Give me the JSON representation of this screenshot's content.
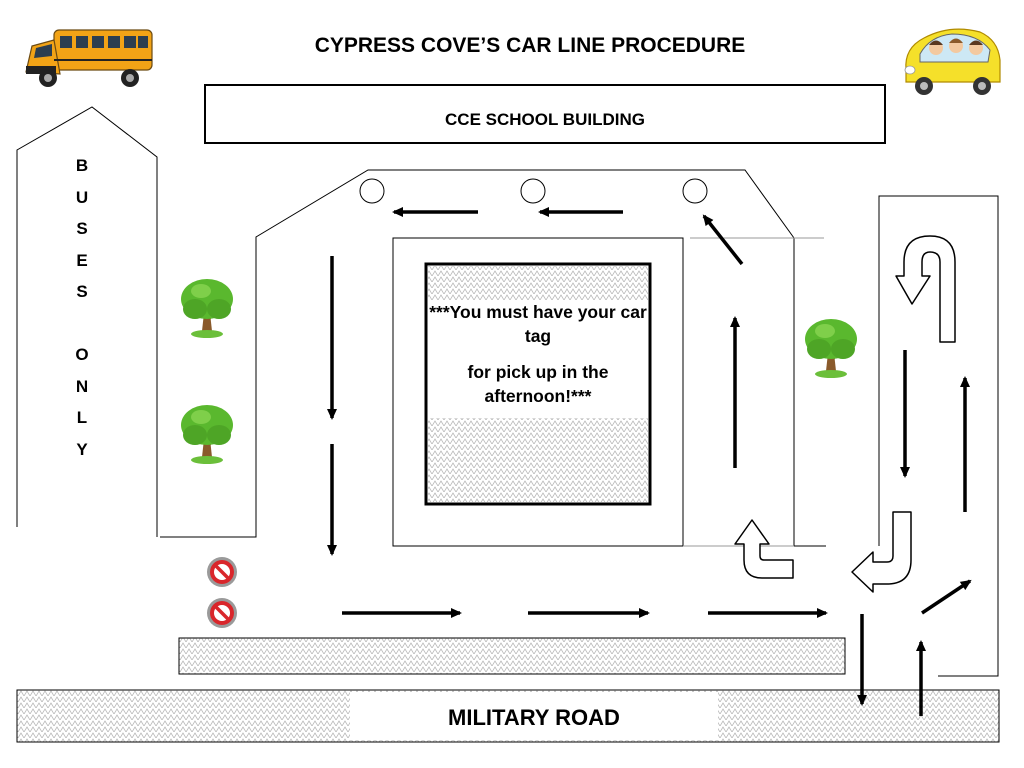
{
  "title": "CYPRESS COVE’S CAR LINE PROCEDURE",
  "building_label": "CCE SCHOOL BUILDING",
  "bus_lane_label": [
    "B",
    "U",
    "S",
    "E",
    "S",
    "",
    "O",
    "N",
    "L",
    "Y"
  ],
  "notice_line_1": "***You must have your car tag",
  "notice_line_2": "for pick up in the afternoon!***",
  "road_label": "MILITARY ROAD",
  "icons": [
    "school-bus-icon",
    "family-car-icon",
    "tree-icon",
    "no-entry-icon",
    "pickup-spot-icon"
  ],
  "colors": {
    "bus_yellow": "#f2a316",
    "car_yellow": "#f5e02a",
    "tree_green": "#5ab82e",
    "trunk_brown": "#8a5a2b",
    "no_entry_red": "#d9262b",
    "no_entry_ring": "#9a9a9a",
    "hatch_gray": "#b8b8b8"
  }
}
